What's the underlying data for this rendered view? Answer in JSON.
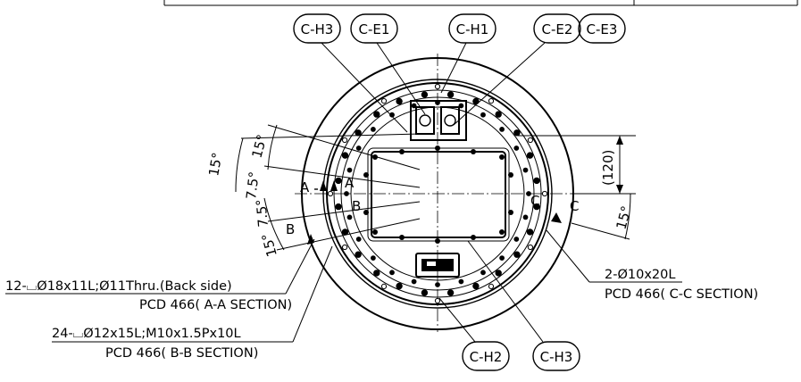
{
  "callouts": {
    "c1": "C-H3",
    "c2": "C-E1",
    "c3": "C-H1",
    "c4": "C-E2",
    "c5": "C-E3",
    "c6": "C-H2",
    "c7": "C-H3"
  },
  "notes": {
    "left1_line1": "12-⌴Ø18x11L;Ø11Thru.(Back side)",
    "left1_line2": "PCD 466( A-A SECTION)",
    "left2_line1": "24-⌴Ø12x15L;M10x1.5Px10L",
    "left2_line2": "PCD 466( B-B SECTION)",
    "right_line1": "2-Ø10x20L",
    "right_line2": "PCD 466( C-C SECTION)"
  },
  "dimensions": {
    "ang1": "15°",
    "ang2": "15°",
    "ang3": "7.5°",
    "ang4": "7.5°",
    "ang5": "15°",
    "ang6": "15°",
    "vertical": "(120)"
  },
  "section_marks": {
    "a_left": "A",
    "a_right": "A",
    "b_left": "B",
    "b_right": "B",
    "c_left": "C",
    "c_right": "C"
  }
}
